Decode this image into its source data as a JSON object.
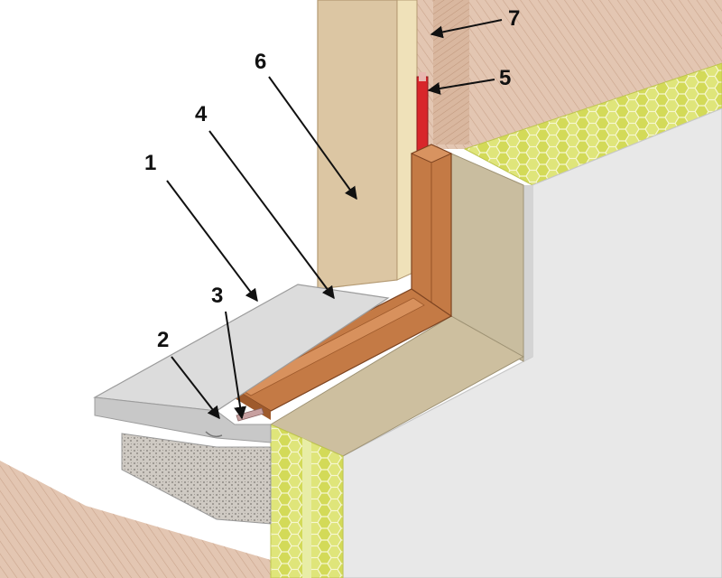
{
  "figure": {
    "type": "exploded window-sill detail",
    "colors": {
      "brick": "#dfbfa9",
      "brick_dark": "#c9a38a",
      "frame_board": "#d9c3a0",
      "timber": "#c47a45",
      "timber_dark": "#9e5a2c",
      "insulation": "#d8df6a",
      "plaster": "#e6e6e6",
      "plaster_edge": "#cfcfcf",
      "sill": "#cfcfcf",
      "sill_top": "#dcdcdc",
      "concrete": "#c8c4be",
      "reveal": "#ccc0a6",
      "membrane": "#d8262b"
    }
  },
  "callouts": [
    {
      "number": "1"
    },
    {
      "number": "2"
    },
    {
      "number": "3"
    },
    {
      "number": "4"
    },
    {
      "number": "5"
    },
    {
      "number": "6"
    },
    {
      "number": "7"
    }
  ]
}
